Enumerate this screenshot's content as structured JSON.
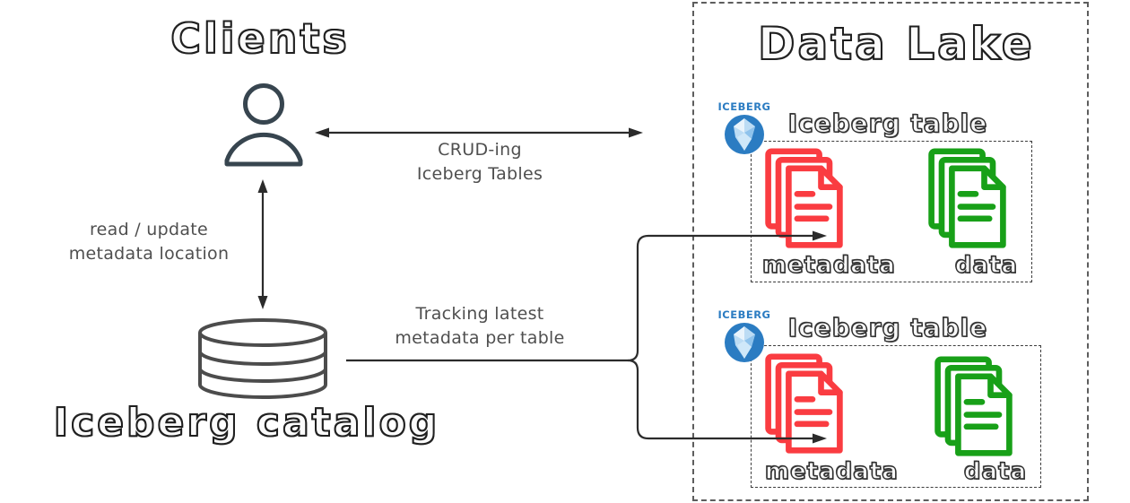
{
  "colors": {
    "doc-red": "#fa3c41",
    "doc-green": "#18a018",
    "iceberg-blue": "#2b7cc2",
    "ink": "#2b2b2b",
    "person": "#37454f",
    "cylinder": "#4c4c4c",
    "label": "#4f4f4f"
  },
  "clients": {
    "title": "Clients"
  },
  "catalog": {
    "title": "Iceberg catalog"
  },
  "data_lake": {
    "title": "Data Lake",
    "tables": [
      {
        "logo": "ICEBERG",
        "title": "Iceberg table",
        "metadata_label": "metadata",
        "data_label": "data"
      },
      {
        "logo": "ICEBERG",
        "title": "Iceberg table",
        "metadata_label": "metadata",
        "data_label": "data"
      }
    ]
  },
  "labels": {
    "crud": [
      "CRUD-ing",
      "Iceberg Tables"
    ],
    "read_update": [
      "read / update",
      "metadata location"
    ],
    "tracking": [
      "Tracking latest",
      "metadata per table"
    ]
  }
}
